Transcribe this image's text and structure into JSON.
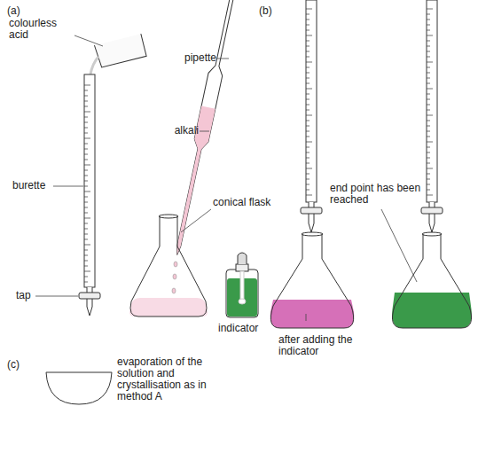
{
  "diagram": {
    "labels": [
      "(a)",
      "colourless acid",
      "pipette",
      "alkali",
      "burette",
      "tap",
      "conical flask",
      "indicator",
      "(b)",
      "end point has been reached",
      "after adding the indicator",
      "(c)",
      "evaporation of the solution and crystallisation as in method A"
    ]
  }
}
